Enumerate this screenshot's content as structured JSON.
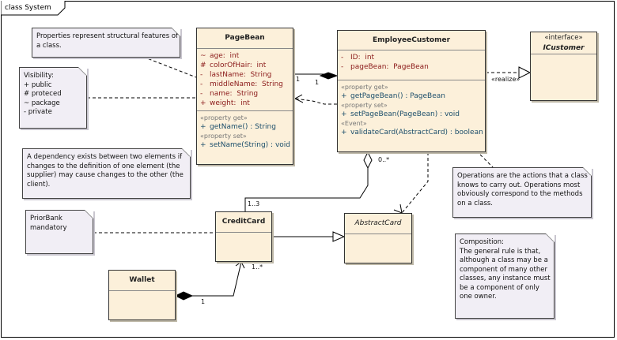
{
  "frame": {
    "label": "class System"
  },
  "classes": {
    "pagebean": {
      "name": "PageBean",
      "attributes": [
        {
          "vis": "~",
          "text": "age:  int"
        },
        {
          "vis": "#",
          "text": "colorOfHair:  int"
        },
        {
          "vis": "-",
          "text": "lastName:  String"
        },
        {
          "vis": "-",
          "text": "middleName:  String"
        },
        {
          "vis": "-",
          "text": "name:  String"
        },
        {
          "vis": "+",
          "text": "weight:  int"
        }
      ],
      "stereo_get": "«property get»",
      "op_get": {
        "vis": "+",
        "text": "getName() : String"
      },
      "stereo_set": "«property set»",
      "op_set": {
        "vis": "+",
        "text": "setName(String) : void"
      }
    },
    "employee": {
      "name": "EmployeeCustomer",
      "attributes": [
        {
          "vis": "-",
          "text": "ID:  int"
        },
        {
          "vis": "-",
          "text": "pageBean:  PageBean"
        }
      ],
      "stereo_get": "«property get»",
      "op_get": {
        "vis": "+",
        "text": "getPageBean() : PageBean"
      },
      "stereo_set": "«property set»",
      "op_set": {
        "vis": "+",
        "text": "setPageBean(PageBean) : void"
      },
      "stereo_event": "«Event»",
      "op_event": {
        "vis": "+",
        "text": "validateCard(AbstractCard) : boolean"
      }
    },
    "icustomer": {
      "stereotype": "«interface»",
      "name": "ICustomer"
    },
    "creditcard": {
      "name": "CreditCard"
    },
    "abstractcard": {
      "name": "AbstractCard"
    },
    "wallet": {
      "name": "Wallet"
    }
  },
  "notes": {
    "properties": [
      "Properties represent structural features of",
      "a class."
    ],
    "visibility": [
      "Visibility:",
      "+ public",
      "# proteced",
      "~ package",
      "- private"
    ],
    "dependency": [
      "A dependency exists between two elements if",
      "changes to the definition of one element (the",
      "supplier) may cause changes to the other (the",
      "client)."
    ],
    "priorbank": [
      "PriorBank",
      "mandatory"
    ],
    "operations": [
      "Operations are the actions that a class",
      "knows to carry out. Operations most",
      "obviously correspond to the methods",
      "on a class."
    ],
    "composition": [
      "Composition:",
      "The general rule is that,",
      "although a class may be a",
      "component of many other",
      "classes, any instance must",
      "be a component of only",
      "one owner."
    ]
  },
  "labels": {
    "realize": "«realize»",
    "m_pb_1": "1",
    "m_ec_1": "1",
    "m_ec_many": "0..*",
    "m_cc_13": "1..3",
    "m_cc_many": "1..*",
    "m_wallet_1": "1"
  }
}
